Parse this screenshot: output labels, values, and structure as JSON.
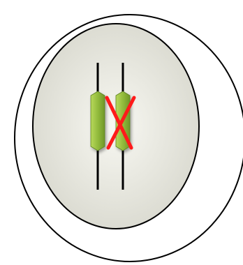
{
  "diagram": {
    "colors": {
      "background": "#ffffff",
      "outline": "#000000",
      "inner_fill_center": "#f8f8f2",
      "inner_fill_edge": "#d9d9cf",
      "rod_light": "#b8d85a",
      "rod_mid": "#8fb83a",
      "rod_dark": "#6f9628",
      "cross": "#ff1a1a",
      "thread": "#000000"
    },
    "elements": {
      "outer_shape": "outer-ellipse",
      "inner_shape": "inner-ellipse",
      "threads": 2,
      "rods": 2,
      "crossed_rod": "right",
      "mark": "x-mark"
    }
  }
}
